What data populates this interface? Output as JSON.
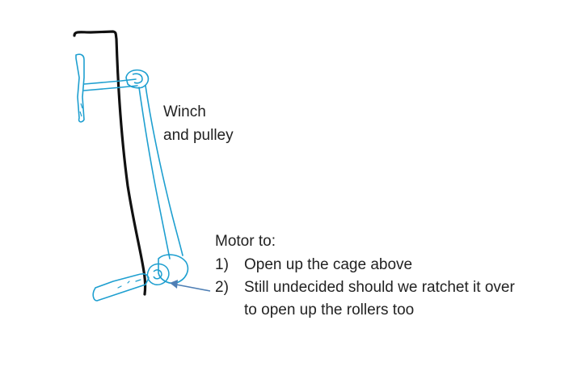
{
  "colors": {
    "ink": "#111111",
    "sketch": "#1e9fd0",
    "arrow": "#4f7fb5",
    "text": "#222222"
  },
  "labels": {
    "winch_line1": "Winch",
    "winch_line2": "and pulley",
    "motor_heading": "Motor to:",
    "items": [
      {
        "num": "1)",
        "text": "Open up the cage above"
      },
      {
        "num": "2)",
        "text": "Still undecided should we ratchet it over"
      }
    ],
    "item2_cont": "to open up the rollers too"
  }
}
